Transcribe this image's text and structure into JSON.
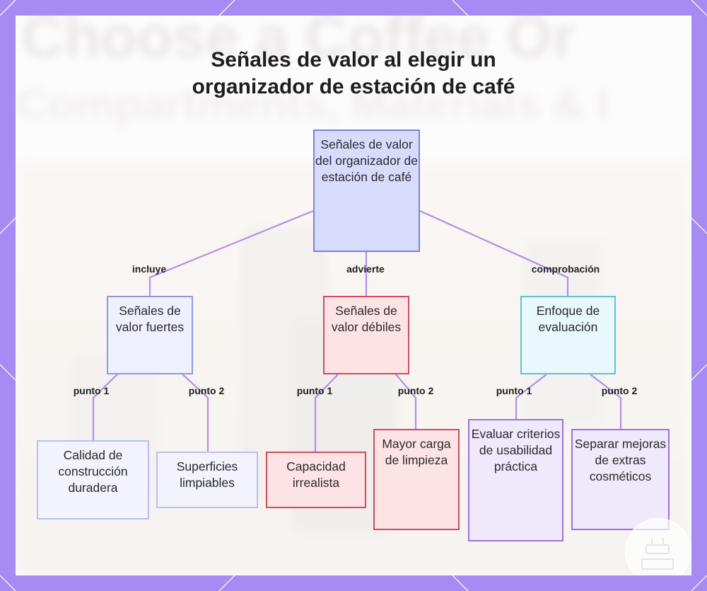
{
  "title": {
    "line1": "Señales de valor al elegir un",
    "line2": "organizador de estación de café"
  },
  "background_text": {
    "line1": "Choose a Coffee Or",
    "line2": "Compartments, Materials & I"
  },
  "colors": {
    "frame": "#a58bf2",
    "root": "#d8dcfc",
    "strong": "#eef0fd",
    "weak": "#fde3e6",
    "focus": "#e9f8fb",
    "violet": "#f0e8fb",
    "edge": "#b48ee8"
  },
  "diagram": {
    "root": "Señales de valor del organizador de estación de café",
    "branches": [
      {
        "edge_label": "incluye",
        "label": "Señales de valor fuertes",
        "children": [
          {
            "edge_label": "punto 1",
            "label": "Calidad de construcción duradera"
          },
          {
            "edge_label": "punto 2",
            "label": "Superficies limpiables"
          }
        ]
      },
      {
        "edge_label": "advierte",
        "label": "Señales de valor débiles",
        "children": [
          {
            "edge_label": "punto 1",
            "label": "Capacidad irrealista"
          },
          {
            "edge_label": "punto 2",
            "label": "Mayor carga de limpieza"
          }
        ]
      },
      {
        "edge_label": "comprobación",
        "label": "Enfoque de evaluación",
        "children": [
          {
            "edge_label": "punto 1",
            "label": "Evaluar criterios de usabilidad práctica"
          },
          {
            "edge_label": "punto 2",
            "label": "Separar mejoras de extras cosméticos"
          }
        ]
      }
    ]
  }
}
